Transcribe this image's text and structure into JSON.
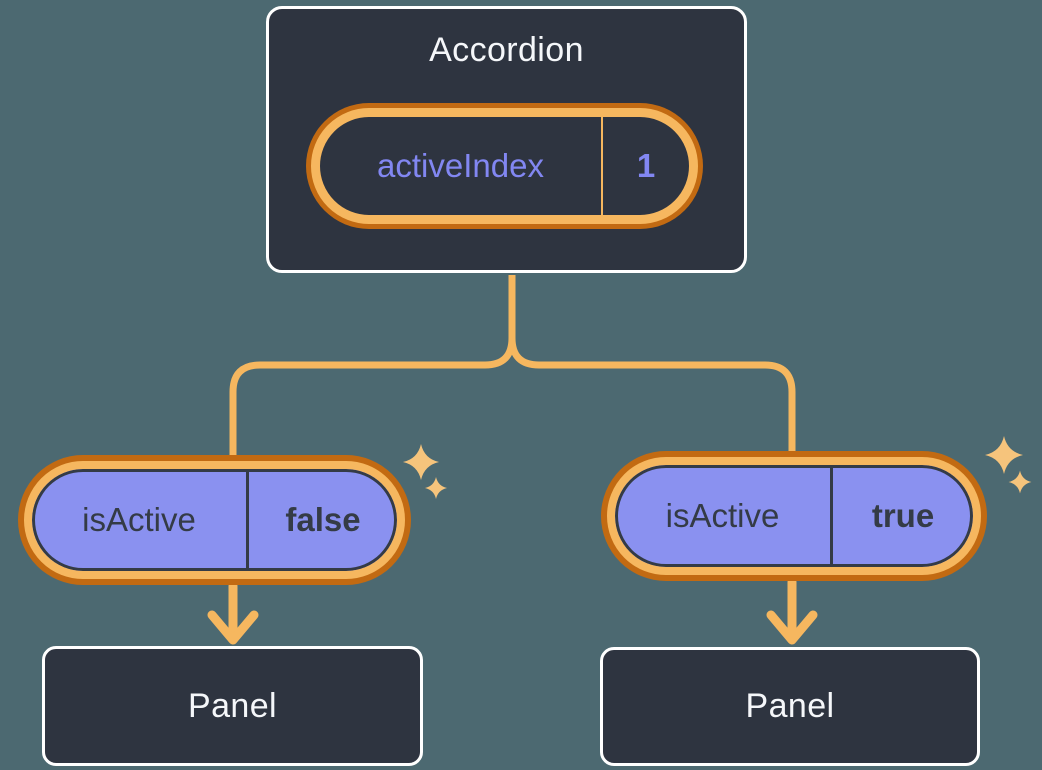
{
  "diagram": {
    "root": {
      "title": "Accordion",
      "state": {
        "name": "activeIndex",
        "value": "1"
      }
    },
    "children": [
      {
        "state": {
          "name": "isActive",
          "value": "false"
        },
        "panel": {
          "title": "Panel"
        }
      },
      {
        "state": {
          "name": "isActive",
          "value": "true"
        },
        "panel": {
          "title": "Panel"
        }
      }
    ],
    "icons": {
      "sparkle": "four-point-star",
      "arrow": "down-arrow",
      "connector": "branching-elbow-line"
    },
    "colors": {
      "background": "#4C6971",
      "card_fill": "#2E3440",
      "card_border": "#FFFFFF",
      "card_text": "#F5F7FA",
      "pill_purple_fill": "#8A91F0",
      "pill_ring_light_orange": "#F6B75F",
      "pill_ring_dark_orange": "#C26A12",
      "connector_line": "#F6B75F",
      "state_text_purple": "#8287F2",
      "state_text_dark": "#343B46",
      "sparkle": "#F6C47C"
    }
  }
}
